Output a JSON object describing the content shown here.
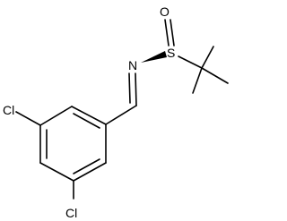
{
  "molecule": {
    "atoms": {
      "oxygen": "O",
      "sulfur": "S",
      "nitrogen": "N",
      "chlorine_left": "Cl",
      "chlorine_bottom": "Cl"
    },
    "colors": {
      "bond": "#000000",
      "label": "#000000",
      "background": "#ffffff"
    }
  }
}
